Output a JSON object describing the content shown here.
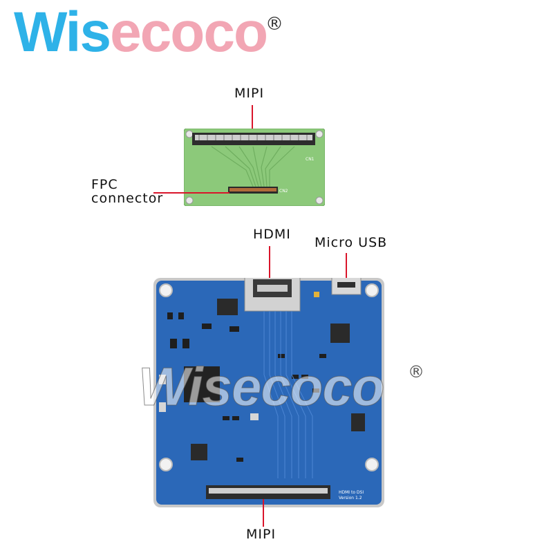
{
  "brand": {
    "logo_text": "Wisecoco",
    "registered_mark": "®"
  },
  "labels": {
    "top_mipi": "MIPI",
    "fpc_connector": "FPC\nconnector",
    "hdmi": "HDMI",
    "micro_usb": "Micro USB",
    "bottom_mipi": "MIPI"
  },
  "watermark": {
    "text": "Wisecoco",
    "registered_mark": "®"
  },
  "board_silkscreen": {
    "small_board_cn1": "CN1",
    "small_board_cn2": "CN2",
    "main_board_name": "HDMI to DSI",
    "main_board_version": "Version 1.2"
  },
  "colors": {
    "small_pcb": "#8cc97a",
    "main_pcb": "#2b68b8",
    "logo_blue": "#2eb2e8",
    "logo_pink": "#f2a6b4",
    "callout_red": "#d9142a"
  }
}
